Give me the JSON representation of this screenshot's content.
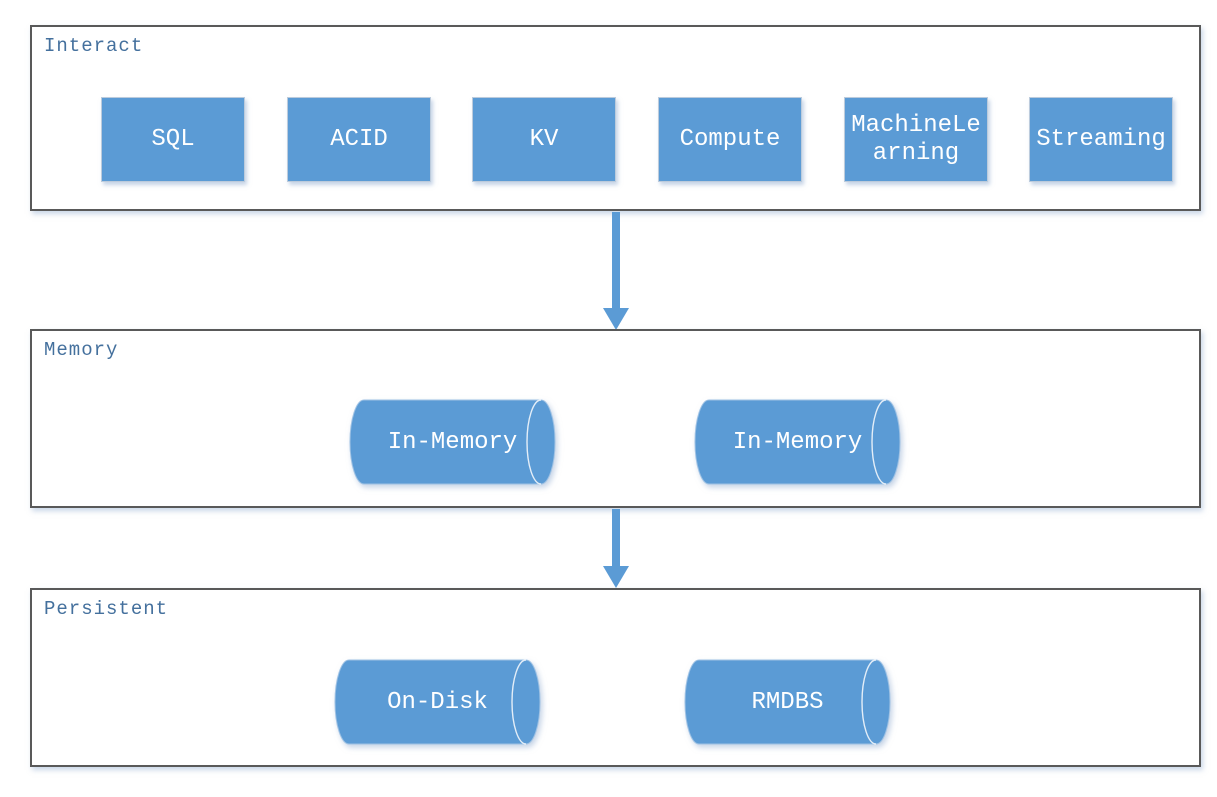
{
  "diagram": {
    "sections": [
      {
        "label": "Interact",
        "shape": "rectangle",
        "nodes": [
          {
            "label": "SQL"
          },
          {
            "label": "ACID"
          },
          {
            "label": "KV"
          },
          {
            "label": "Compute"
          },
          {
            "label": "MachineLearning"
          },
          {
            "label": "Streaming"
          }
        ]
      },
      {
        "label": "Memory",
        "shape": "cylinder",
        "nodes": [
          {
            "label": "In-Memory"
          },
          {
            "label": "In-Memory"
          }
        ]
      },
      {
        "label": "Persistent",
        "shape": "cylinder",
        "nodes": [
          {
            "label": "On-Disk"
          },
          {
            "label": "RMDBS"
          }
        ]
      }
    ],
    "arrows": [
      {
        "from": "Interact",
        "to": "Memory",
        "direction": "down"
      },
      {
        "from": "Memory",
        "to": "Persistent",
        "direction": "down"
      }
    ],
    "colors": {
      "node_fill": "#5b9bd5",
      "node_text": "#ffffff",
      "arrow": "#5b9bd5",
      "container_border": "#595959",
      "section_label_text": "#44709d"
    }
  }
}
